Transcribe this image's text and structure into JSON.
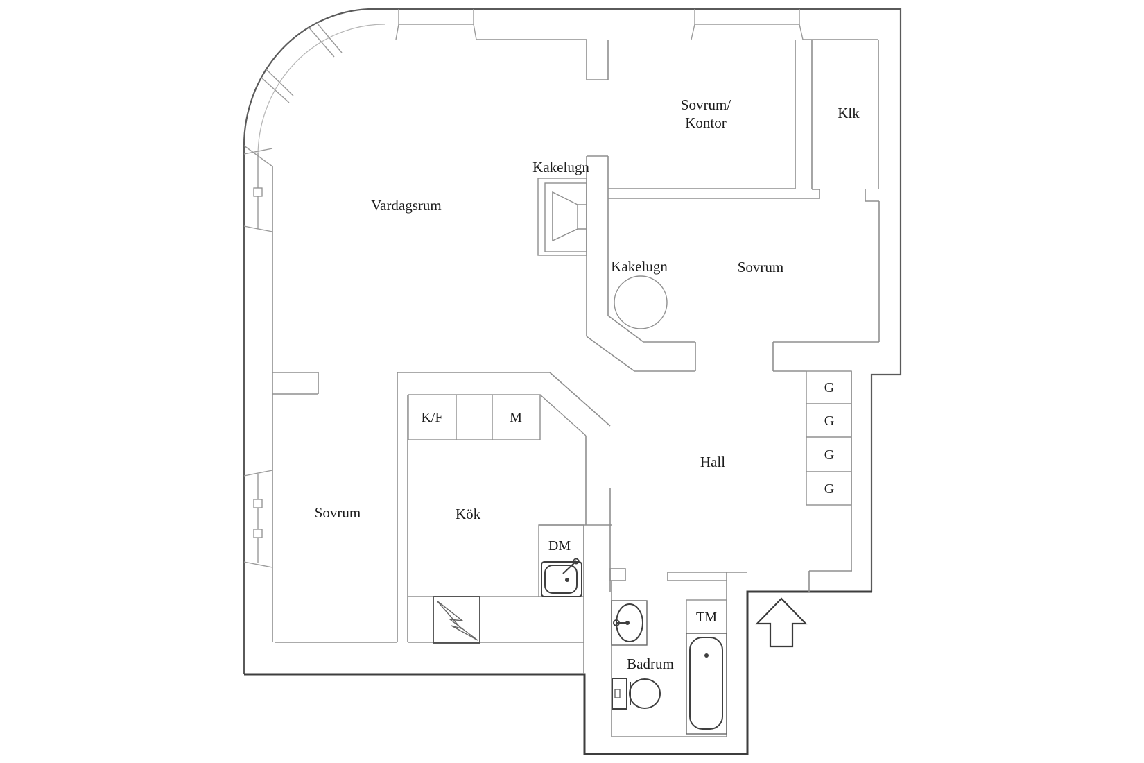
{
  "plan": {
    "title": "apartment-floor-plan",
    "rooms": {
      "vardagsrum": {
        "label": "Vardagsrum"
      },
      "sovrum_kontor": {
        "line1": "Sovrum/",
        "line2": "Kontor"
      },
      "klk": {
        "label": "Klk"
      },
      "sovrum_right": {
        "label": "Sovrum"
      },
      "hall": {
        "label": "Hall"
      },
      "sovrum_left": {
        "label": "Sovrum"
      },
      "kok": {
        "label": "Kök"
      },
      "badrum": {
        "label": "Badrum"
      }
    },
    "fixtures": {
      "kakelugn_vardagsrum": {
        "label": "Kakelugn"
      },
      "kakelugn_sovrum": {
        "label": "Kakelugn"
      },
      "fridge_freezer": {
        "label": "K/F"
      },
      "micro": {
        "label": "M"
      },
      "dishwasher": {
        "label": "DM"
      },
      "washing_machine": {
        "label": "TM"
      },
      "wardrobe_1": {
        "label": "G"
      },
      "wardrobe_2": {
        "label": "G"
      },
      "wardrobe_3": {
        "label": "G"
      },
      "wardrobe_4": {
        "label": "G"
      }
    },
    "colors": {
      "background": "#ffffff",
      "wall": "#8f8f8f",
      "wall_dark": "#3d3d3d",
      "text": "#1c1c1c"
    }
  }
}
